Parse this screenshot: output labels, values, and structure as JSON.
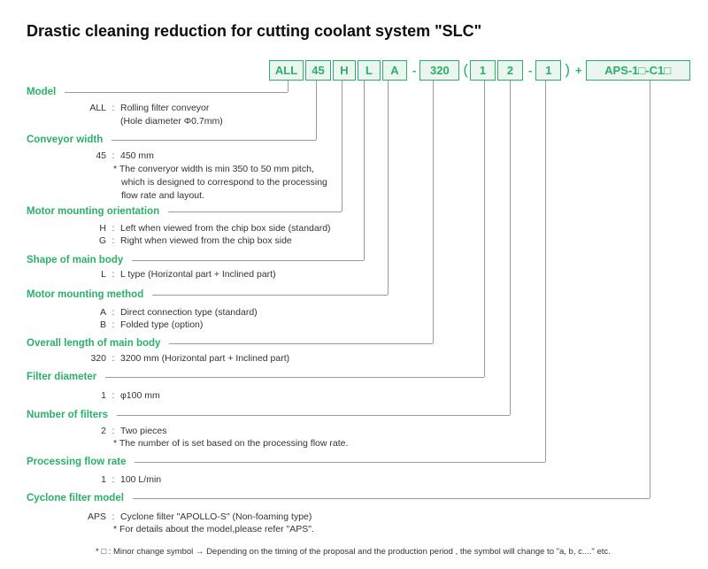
{
  "title": "Drastic cleaning reduction for cutting coolant system \"SLC\"",
  "colors": {
    "accent_green": "#2bb06a",
    "code_box_fill": "#eaf6ef",
    "connector_line": "#9a9a9a",
    "body_text": "#333333"
  },
  "ui": {
    "colon": ":"
  },
  "code_row": {
    "tokens": [
      "ALL",
      "45",
      "H",
      "L",
      "A",
      "-",
      "320",
      "(",
      "1",
      "2",
      "-",
      "1",
      ")",
      "+",
      "APS-1□-C1□"
    ]
  },
  "sections": [
    {
      "label": "Model",
      "entries": [
        {
          "code": "ALL",
          "text": "Rolling filter conveyor",
          "extra": "(Hole diameter Φ0.7mm)"
        }
      ]
    },
    {
      "label": "Conveyor width",
      "entries": [
        {
          "code": "45",
          "text": "450 mm"
        }
      ],
      "notes": [
        "* The converyor width is min 350 to 50 mm pitch,",
        "which is designed to correspond to the processing",
        "flow rate and layout."
      ]
    },
    {
      "label": "Motor mounting orientation",
      "entries": [
        {
          "code": "H",
          "text": "Left when viewed from the chip box side (standard)"
        },
        {
          "code": "G",
          "text": "Right when viewed from the chip box side"
        }
      ]
    },
    {
      "label": "Shape of main body",
      "entries": [
        {
          "code": "L",
          "text": "L type (Horizontal part + Inclined part)"
        }
      ]
    },
    {
      "label": "Motor mounting method",
      "entries": [
        {
          "code": "A",
          "text": "Direct connection type (standard)"
        },
        {
          "code": "B",
          "text": "Folded type (option)"
        }
      ]
    },
    {
      "label": "Overall length of main body",
      "entries": [
        {
          "code": "320",
          "text": "3200 mm (Horizontal part + Inclined part)"
        }
      ]
    },
    {
      "label": "Filter diameter",
      "entries": [
        {
          "code": "1",
          "text": "φ100 mm"
        }
      ]
    },
    {
      "label": "Number of filters",
      "entries": [
        {
          "code": "2",
          "text": "Two pieces"
        }
      ],
      "notes": [
        "* The number of is set based on the processing flow rate."
      ]
    },
    {
      "label": "Processing flow rate",
      "entries": [
        {
          "code": "1",
          "text": "100 L/min"
        }
      ]
    },
    {
      "label": "Cyclone filter model",
      "entries": [
        {
          "code": "APS",
          "text": "Cyclone filter \"APOLLO-S\" (Non-foaming type)"
        }
      ],
      "notes": [
        "* For details about the model,please refer \"APS\"."
      ]
    }
  ],
  "footer": {
    "note": "* □ : Minor change symbol → Depending on the timing of the proposal and the production period , the symbol will change to \"a, b, c....\" etc."
  }
}
